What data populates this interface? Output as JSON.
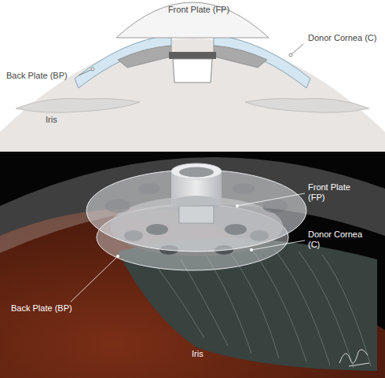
{
  "diagram": {
    "labels": [
      "Front Plate (FP)",
      "Donor Cornea (C)",
      "Back Plate (BP)",
      "Iris",
      "Front Plate (FP)",
      "Donor Cornea (C)",
      "Back Plate (BP)",
      "Iris"
    ]
  }
}
